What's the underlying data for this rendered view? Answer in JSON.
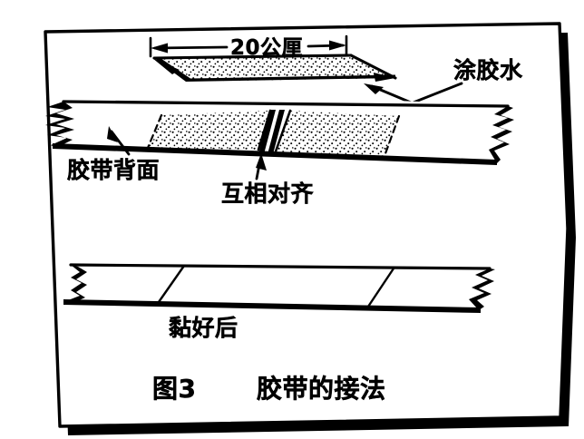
{
  "figure": {
    "caption_number": "图3",
    "caption_title": "胶带的接法",
    "dimension_label": "20公厘",
    "labels": {
      "glue": "涂胶水",
      "tape_back": "胶带背面",
      "align": "互相对齐",
      "after_joined": "黏好后"
    },
    "colors": {
      "ink": "#000000",
      "paper": "#ffffff",
      "stipple": "#000000"
    },
    "diagram_type": "line-drawing",
    "subject": "tape splicing method"
  }
}
